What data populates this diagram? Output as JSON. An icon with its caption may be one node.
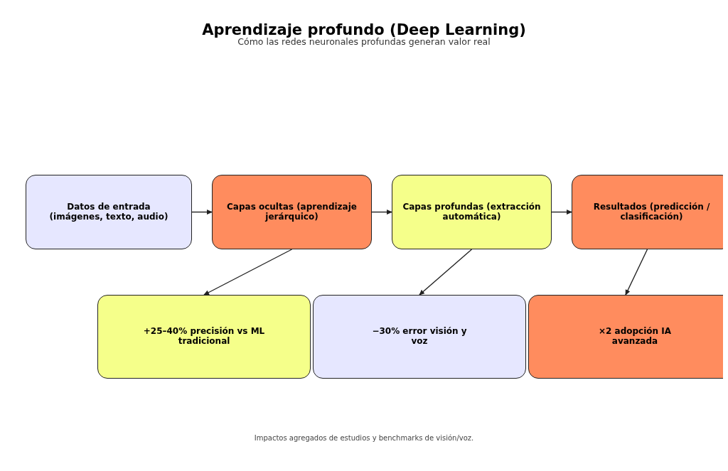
{
  "diagram": {
    "title": "Aprendizaje profundo (Deep Learning)",
    "caption": "Impactos agregados de estudios y benchmarks de visión/voz.",
    "labels": [
      "Cómo las redes neuronales profundas generan valor real"
    ],
    "nodes": [
      {
        "text": [
          "Datos de entrada (imágenes, texto, audio)"
        ]
      },
      {
        "text": [
          "Capas ocultas (aprendizaje jerárquico)"
        ]
      },
      {
        "text": [
          "Capas profundas (extracción automática)"
        ]
      },
      {
        "text": [
          "Resultados (predicción / clasificación)"
        ]
      },
      {
        "text": [
          "+25–40% precisión vs ML tradicional"
        ]
      },
      {
        "text": [
          "−30% error visión y voz"
        ]
      },
      {
        "text": [
          "×2 adopción IA avanzada"
        ]
      }
    ],
    "edges": [
      {
        "from": 0,
        "to": 1,
        "arrow": "to"
      },
      {
        "from": 1,
        "to": 2,
        "arrow": "to"
      },
      {
        "from": 2,
        "to": 3,
        "arrow": "to"
      },
      {
        "from": 1,
        "to": 4,
        "arrow": "to"
      },
      {
        "from": 2,
        "to": 5,
        "arrow": "to"
      },
      {
        "from": 3,
        "to": 6,
        "arrow": "to"
      }
    ]
  }
}
